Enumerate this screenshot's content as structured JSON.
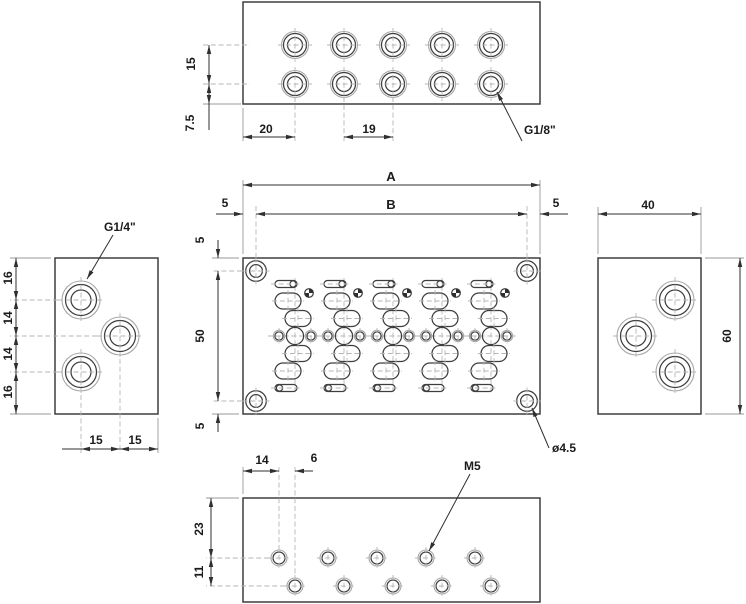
{
  "views": {
    "top": {
      "dim_row_pitch": "15",
      "dim_row_edge": "7.5",
      "dim_first_port": "20",
      "dim_port_pitch": "19",
      "port_thread_label": "G1/8\""
    },
    "front": {
      "dim_overall_length": "A",
      "dim_mount_span": "B",
      "dim_margin_left": "5",
      "dim_margin_right": "5",
      "dim_margin_top": "5",
      "dim_mount_vertical": "50",
      "dim_margin_bottom": "5",
      "mount_hole_label": "ø4.5"
    },
    "left": {
      "port_thread_label": "G1/4\"",
      "dim_edge_top": "16",
      "dim_pitch_upper": "14",
      "dim_pitch_lower": "14",
      "dim_edge_bottom": "16",
      "dim_port_offset": "15",
      "dim_port_edge": "15"
    },
    "right": {
      "dim_depth": "40",
      "dim_height": "60"
    },
    "bottom": {
      "dim_first_hole": "14",
      "dim_row_offset": "6",
      "dim_edge_top": "23",
      "dim_row_pitch": "11",
      "hole_thread_label": "M5"
    }
  }
}
